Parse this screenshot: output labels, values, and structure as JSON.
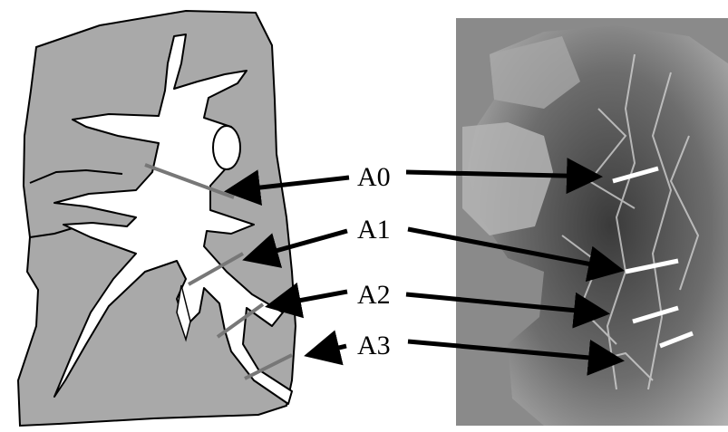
{
  "labels": {
    "a0": "A0",
    "a1": "A1",
    "a2": "A2",
    "a3": "A3"
  },
  "colors": {
    "organ_fill": "#a9a9a9",
    "vessel_fill": "#ffffff",
    "outline": "#000000",
    "section_line_gray": "#777777",
    "section_line_white": "#ffffff",
    "photo_background": "#8a8a8a"
  }
}
